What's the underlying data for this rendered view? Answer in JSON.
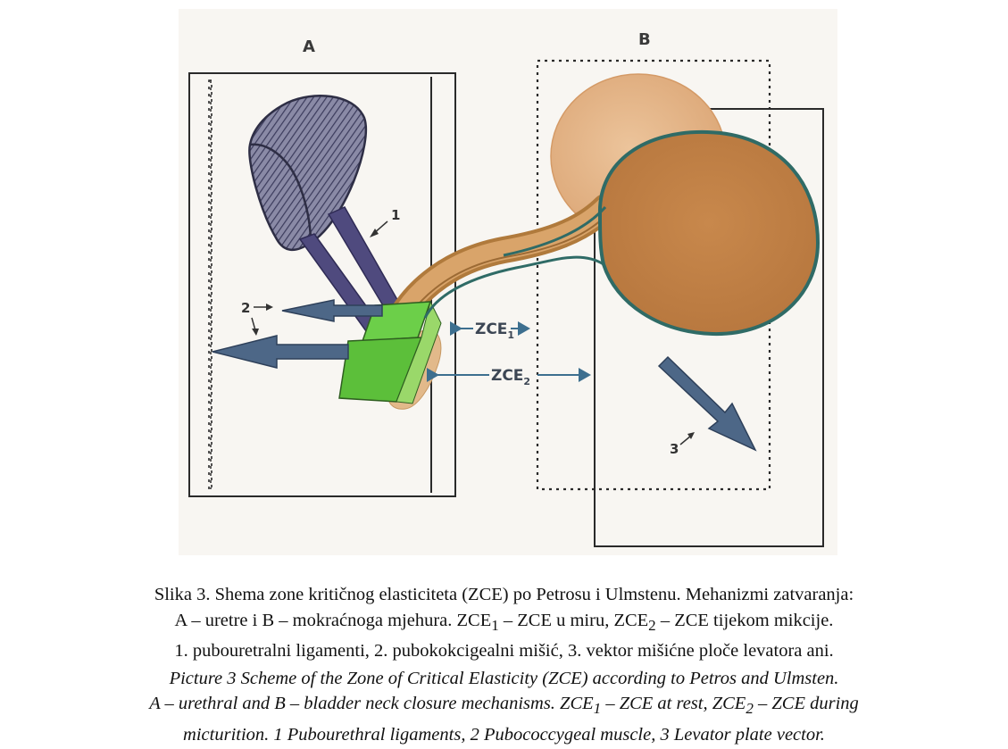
{
  "figure": {
    "panel_a_label": "A",
    "panel_b_label": "B",
    "label_1": "1",
    "label_2": "2",
    "label_3": "3",
    "zce1_main": "ZCE",
    "zce1_sub": "1",
    "zce2_main": "ZCE",
    "zce2_sub": "2",
    "colors": {
      "bladder_fill": "#c98a4a",
      "bladder_outline": "#2f6b66",
      "bladder_rest_fill": "#e2b487",
      "urethra_green": "#5cbf3a",
      "ligament_purple": "#4f4a7e",
      "arrow_blue": "#4d6787",
      "frame_line": "#2a2a2a",
      "paper_bg": "#f8f6f2"
    }
  },
  "caption": {
    "hr_line1": "Slika 3. Shema zone kritičnog elasticiteta (ZCE) po Petrosu i Ulmstenu. Mehanizmi zatvaranja:",
    "hr_line2_a": "A – uretre i B – mokraćnoga mjehura. ZCE",
    "hr_line2_sub1": "1",
    "hr_line2_b": " – ZCE u miru, ZCE",
    "hr_line2_sub2": "2",
    "hr_line2_c": " – ZCE tijekom mikcije.",
    "hr_line3": "1. pubouretralni ligamenti, 2. pubokokcigealni mišić, 3. vektor mišićne ploče levatora ani.",
    "en_line1": "Picture 3 Scheme of the Zone of Critical Elasticity (ZCE) according to Petros and Ulmsten.",
    "en_line2_a": "A – urethral and B – bladder neck closure mechanisms. ZCE",
    "en_line2_sub1": "1",
    "en_line2_b": " – ZCE at rest, ZCE",
    "en_line2_sub2": "2",
    "en_line2_c": " – ZCE during",
    "en_line3": "micturition. 1 Pubourethral ligaments, 2 Pubococcygeal muscle, 3 Levator plate vector."
  }
}
